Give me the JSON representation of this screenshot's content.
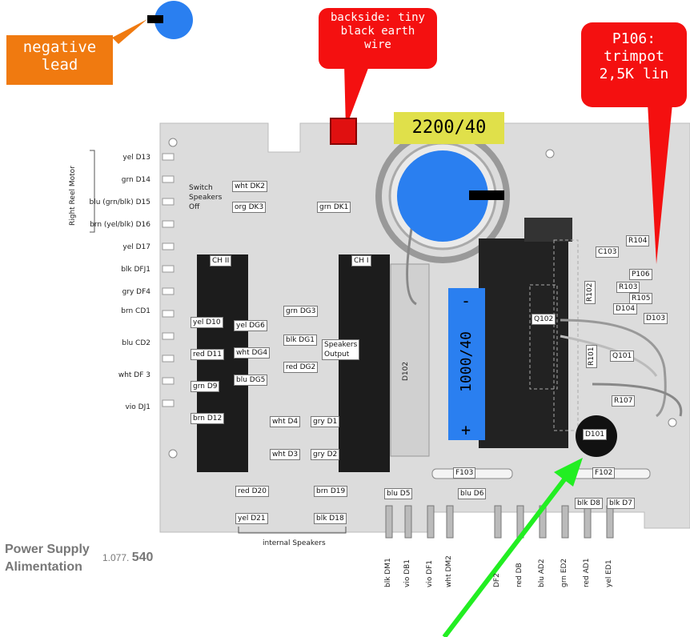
{
  "callouts": {
    "negative_lead": "negative\nlead",
    "backside": "backside: tiny\nblack earth\nwire",
    "p106": "P106:\ntrimpot\n2,5K lin"
  },
  "capacitors": {
    "c2200": "2200/40",
    "c1000": "1000/40",
    "plus": "+",
    "minus": "-"
  },
  "colors": {
    "blue_marker": "#2a7ff0",
    "red_callout": "#f41010",
    "orange_callout": "#f07a10",
    "yellow_label": "#e0e04a",
    "green_arrow": "#22ee22",
    "board": "#dcdcdc"
  },
  "left_pins": {
    "group_label": "Right Reel Motor",
    "items": [
      "yel D13",
      "grn D14",
      "blu (grn/blk) D15",
      "brn (yel/blk) D16",
      "yel D17",
      "blk DFJ1",
      "gry DF4",
      "brn CD1",
      "blu CD2",
      "wht DF 3",
      "vio DJ1"
    ]
  },
  "switch_label": "Switch\nSpeakers\nOff",
  "boxes": {
    "dk2": "wht DK2",
    "dk3": "org DK3",
    "dk1": "grn DK1",
    "ch2": "CH II",
    "ch1": "CH I",
    "d10": "yel D10",
    "d11": "red D11",
    "d9": "grn D9",
    "d12": "brn D12",
    "dg6": "yel DG6",
    "dg4": "wht DG4",
    "dg5": "blu DG5",
    "dg3": "grn DG3",
    "dg1": "blk DG1",
    "dg2": "red DG2",
    "spk": "Speakers\nOutput",
    "d4": "wht D4",
    "d1": "gry D1",
    "d3": "wht D3",
    "d2": "gry D2",
    "d20": "red D20",
    "d21": "yel D21",
    "d19": "brn D19",
    "d18": "blk D18",
    "d5": "blu D5",
    "d6": "blu D6",
    "f103": "F103",
    "f102": "F102",
    "d8": "blk D8",
    "d7": "blk D7",
    "r104": "R104",
    "c103": "C103",
    "p106": "P106",
    "r103": "R103",
    "r105": "R105",
    "d104": "D104",
    "d103": "D103",
    "r102": "R102",
    "q102": "Q102",
    "r101": "R101",
    "q101": "Q101",
    "r107": "R107",
    "d101": "D101",
    "d102": "D102"
  },
  "internal_speakers": "internal Speakers",
  "bottom_pins": [
    "blk DM1",
    "vio DB1",
    "vio DF1",
    "wht DM2",
    "DF2",
    "red DB",
    "blu AD2",
    "grn ED2",
    "red AD1",
    "yel ED1"
  ],
  "title": {
    "line1": "Power Supply",
    "line2": "Alimentation",
    "part_prefix": "1.077.",
    "part_num": "540"
  }
}
